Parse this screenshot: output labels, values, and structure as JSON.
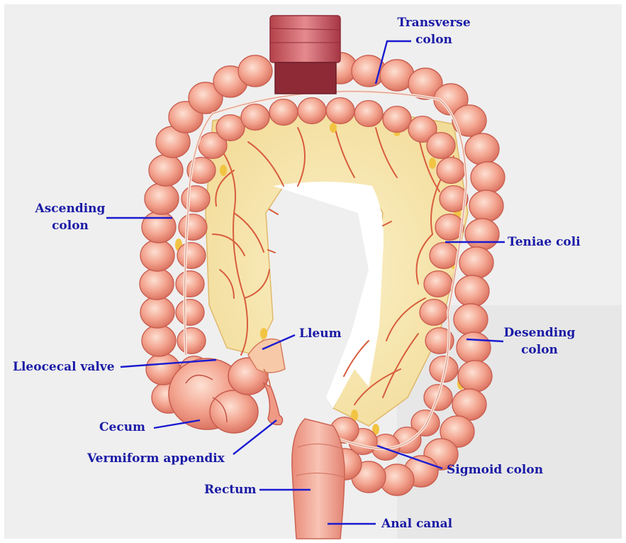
{
  "colors": {
    "label": "#1a1aa6",
    "leader": "#1b1bd0",
    "colon_fill": "#f29a86",
    "colon_edge": "#cf5a4c",
    "mesentery": "#f5e2a6",
    "vessel": "#d65a3c",
    "fat": "#f3c646",
    "band": "#f8e7dc",
    "paper": "#eeeeee"
  },
  "labels": {
    "transverse": [
      "Transverse",
      "colon"
    ],
    "ascending": [
      "Ascending",
      "colon"
    ],
    "teniae": "Teniae coli",
    "lleum": "Lleum",
    "descending": [
      "Desending",
      "colon"
    ],
    "valve": "Lleocecal valve",
    "cecum": "Cecum",
    "appendix": "Vermiform appendix",
    "sigmoid": "Sigmoid colon",
    "rectum": "Rectum",
    "anal": "Anal canal"
  },
  "icons": {
    "illustration": "large-intestine-illustration"
  }
}
